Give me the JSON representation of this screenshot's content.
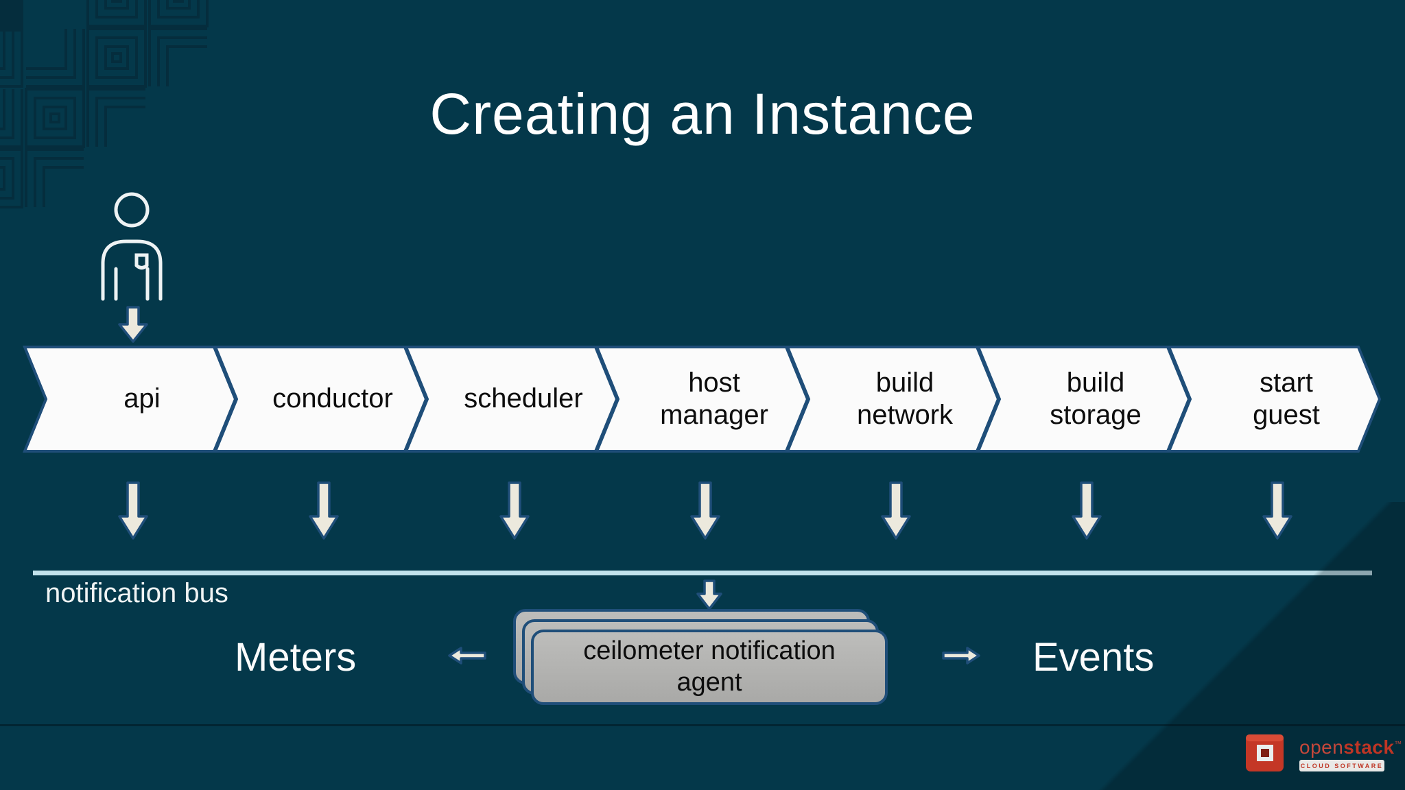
{
  "slide": {
    "title": "Creating an Instance"
  },
  "pipeline": {
    "steps": [
      {
        "label": "api"
      },
      {
        "label": "conductor"
      },
      {
        "label": "scheduler"
      },
      {
        "label": "host manager"
      },
      {
        "label": "build network"
      },
      {
        "label": "build storage"
      },
      {
        "label": "start guest"
      }
    ]
  },
  "notification_bus": {
    "label": "notification bus"
  },
  "agent": {
    "label": "ceilometer notification agent",
    "stack_count": 3
  },
  "outputs": {
    "left_label": "Meters",
    "right_label": "Events"
  },
  "branding": {
    "wordmark_open": "open",
    "wordmark_stack": "stack",
    "trademark": "™",
    "tagline": "CLOUD SOFTWARE"
  },
  "colors": {
    "background": "#04384a",
    "chevron_fill": "#fbfbfb",
    "chevron_border": "#1f4e79",
    "arrow_fill": "#ece9dd",
    "bus_line": "#c2e2ec",
    "agent_card": "#b5b4b1",
    "logo_red": "#bf3524",
    "title_text": "#ffffff"
  }
}
